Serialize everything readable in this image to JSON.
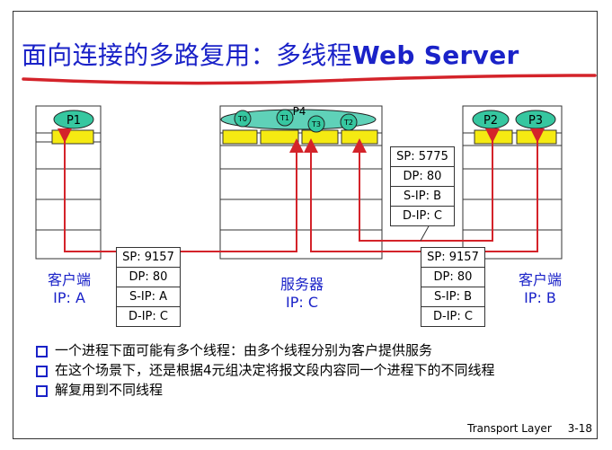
{
  "slide": {
    "title_cn": "面向连接的多路复用：多线程",
    "title_en": "Web Server"
  },
  "processes": {
    "p1": "P1",
    "p2": "P2",
    "p3": "P3",
    "p4": "P4",
    "t0": "T0",
    "t1": "T1",
    "t2": "T2",
    "t3": "T3"
  },
  "segments": {
    "client_a": [
      "SP: 9157",
      "DP: 80",
      "S-IP: A",
      "D-IP: C"
    ],
    "server_b_mid": [
      "SP: 5775",
      "DP: 80",
      "S-IP: B",
      "D-IP: C"
    ],
    "client_b": [
      "SP: 9157",
      "DP: 80",
      "S-IP: B",
      "D-IP: C"
    ]
  },
  "hosts": {
    "client_a": {
      "name": "客户端",
      "ip": "IP: A"
    },
    "server": {
      "name": "服务器",
      "ip": "IP: C"
    },
    "client_b": {
      "name": "客户端",
      "ip": "IP: B"
    }
  },
  "bullets": [
    "一个进程下面可能有多个线程：由多个线程分别为客户提供服务",
    "在这个场景下，还是根据4元组决定将报文段内容同一个进程下的不同线程",
    "解复用到不同线程"
  ],
  "footer": {
    "course": "Transport Layer",
    "page": "3-18"
  },
  "colors": {
    "title": "#1a22c8",
    "arrow": "#d4232a",
    "socket": "#f5ea12",
    "process": "#36c7a0"
  }
}
